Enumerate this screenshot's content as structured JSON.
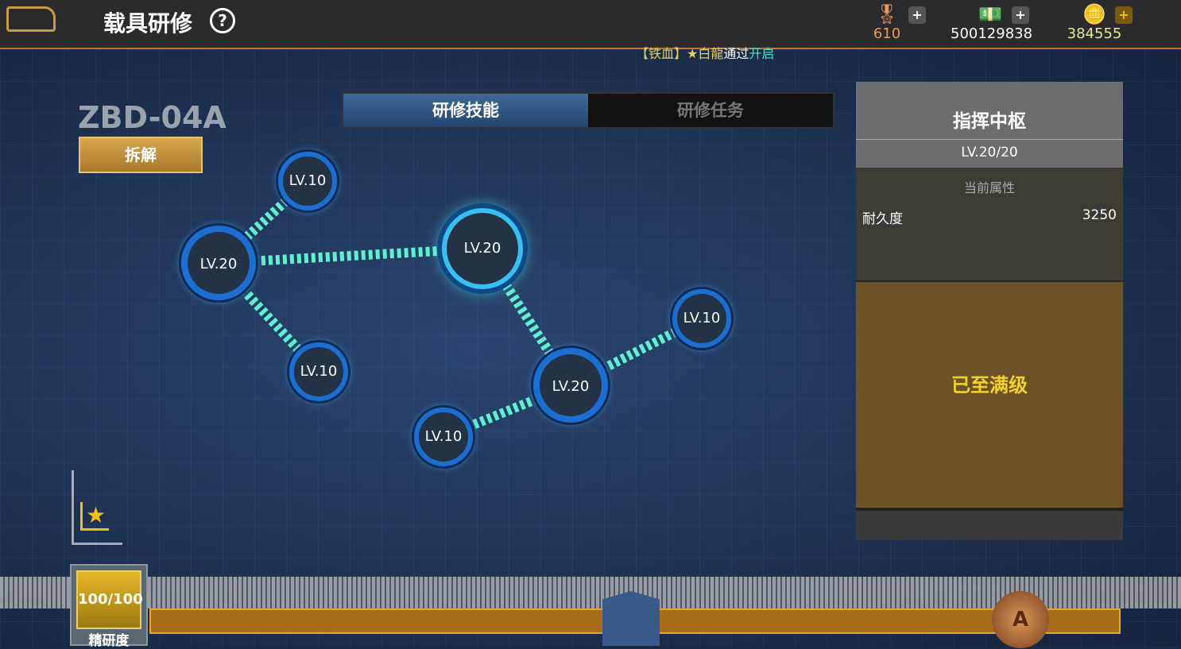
{
  "header": {
    "title": "载具研修",
    "help": "?",
    "currencies": [
      {
        "icon": "medal-icon",
        "value": "610",
        "color": "#e89a5a"
      },
      {
        "icon": "cash-icon",
        "value": "500129838",
        "color": "#ffffff"
      },
      {
        "icon": "gold-icon",
        "value": "384555",
        "color": "#e8e890"
      }
    ],
    "plus": "+"
  },
  "notice": {
    "a": "【铁血】★白龍",
    "b": "通过",
    "c": "开启"
  },
  "vehicle": {
    "model": "ZBD-04A",
    "disassemble": "拆解"
  },
  "tabs": [
    {
      "label": "研修技能",
      "active": true
    },
    {
      "label": "研修任务",
      "active": false
    }
  ],
  "nodes": [
    "LV.10",
    "LV.20",
    "LV.10",
    "LV.20",
    "LV.20",
    "LV.10",
    "LV.10"
  ],
  "panel": {
    "name": "指挥中枢",
    "level": "LV.20/20",
    "attr_header": "当前属性",
    "attr_name": "耐久度",
    "attr_value": "3250",
    "status": "已至满级"
  },
  "progress": {
    "value": "100/100",
    "label": "精研度",
    "fraction": 1.0
  }
}
